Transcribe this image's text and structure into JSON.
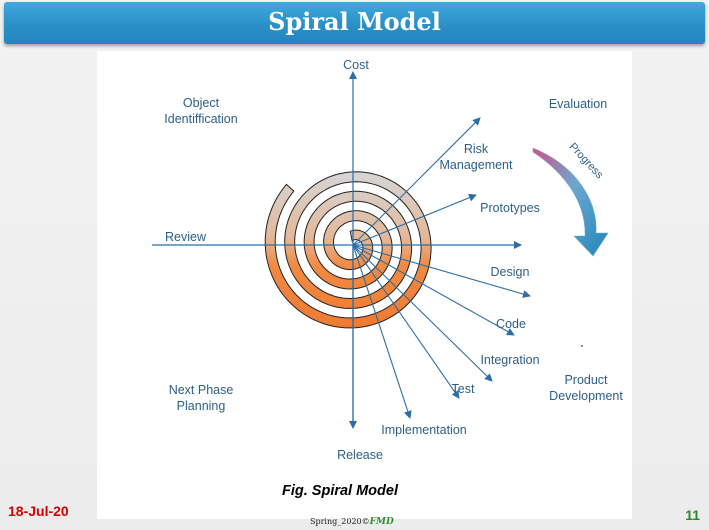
{
  "title": "Spiral Model",
  "caption": "Fig. Spiral Model",
  "date": "18-Jul-20",
  "page_number": "11",
  "footer": {
    "prefix": "Spring_2020©",
    "author": "FMD"
  },
  "colors": {
    "spiral_orange": "#f07a30",
    "spiral_gray": "#c8c8c8",
    "arrow": "#2b6ea7",
    "label": "#2c5f86",
    "progress_arrow": "#2a8fc0"
  },
  "labels": {
    "cost": "Cost",
    "object_identification": "Object\nIdentiffication",
    "evaluation": "Evaluation",
    "risk_management": "Risk\nManagement",
    "progress": "Progress",
    "prototypes": "Prototypes",
    "review": "Review",
    "design": "Design",
    "code": "Code",
    "integration": "Integration",
    "product_development": "Product\nDevelopment",
    "test": "Test",
    "next_phase_planning": "Next Phase\nPlanning",
    "implementation": "Implementation",
    "release": "Release"
  }
}
